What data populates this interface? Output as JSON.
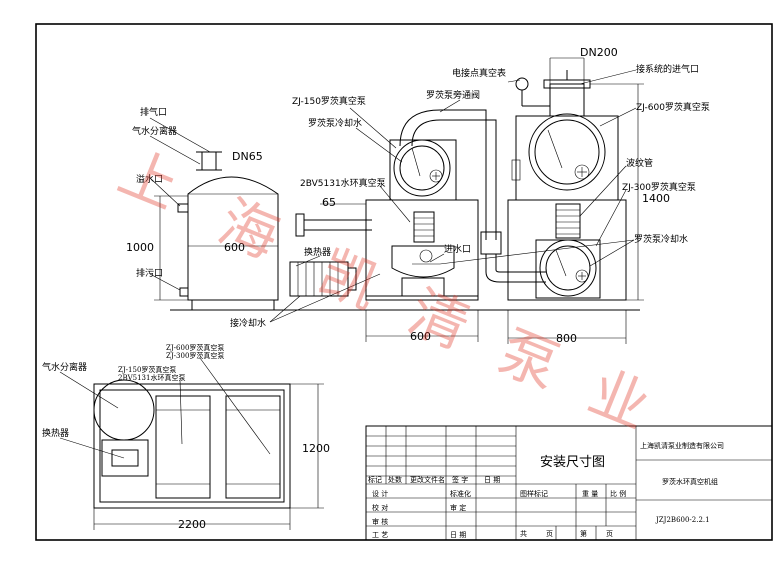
{
  "labels": {
    "exhaust_port": "排气口",
    "separator": "气水分离器",
    "dn65": "DN65",
    "overflow_port": "溢水口",
    "drain_port": "排污口",
    "cooling_water_connect": "接冷却水",
    "heat_exchanger": "换热器",
    "zj150_pump": "ZJ-150罗茨真空泵",
    "roots_cooling_water_left": "罗茨泵冷却水",
    "zbv_pump": "2BV5131水环真空泵",
    "bypass_valve": "罗茨泵旁通阀",
    "gauge": "电接点真空表",
    "dn200": "DN200",
    "system_inlet": "接系统的进气口",
    "zj600_pump": "ZJ-600罗茨真空泵",
    "bellows": "波纹管",
    "zj300_pump": "ZJ-300罗茨真空泵",
    "roots_cooling_water_right": "罗茨泵冷却水",
    "water_inlet": "进水口",
    "plan_separator": "气水分离器",
    "plan_heat_exchanger": "换热器",
    "plan_zj600_300_a": "ZJ-600罗茨真空泵",
    "plan_zj600_300_b": "ZJ-300罗茨真空泵",
    "plan_zj150": "ZJ-150罗茨真空泵",
    "plan_zbv": "2BV5131水环真空泵"
  },
  "dimensions": {
    "d1000": "1000",
    "d600_top": "600",
    "d65": "65",
    "d600_mid": "600",
    "d800": "800",
    "d1400": "1400",
    "d1200": "1200",
    "d2200": "2200"
  },
  "title_block": {
    "company": "上海凯清泵业制造有限公司",
    "drawing_title": "安装尺寸图",
    "product": "罗茨水环真空机组",
    "drawing_no": "JZJ2B600-2.2.1",
    "mark": "标记",
    "count": "处数",
    "change_doc": "更改文件名",
    "signature": "签 字",
    "date": "日 期",
    "design": "设 计",
    "check": "校 对",
    "review": "审 核",
    "process": "工 艺",
    "standardize": "标准化",
    "approve": "审 定",
    "date2": "日 期",
    "stage_mark": "图样标记",
    "weight": "重 量",
    "scale": "比 例",
    "total": "共",
    "sheet": "页",
    "no": "第",
    "page": "页"
  },
  "watermark": {
    "chars": [
      "上",
      "海",
      "凯",
      "清",
      "泵",
      "业"
    ]
  }
}
